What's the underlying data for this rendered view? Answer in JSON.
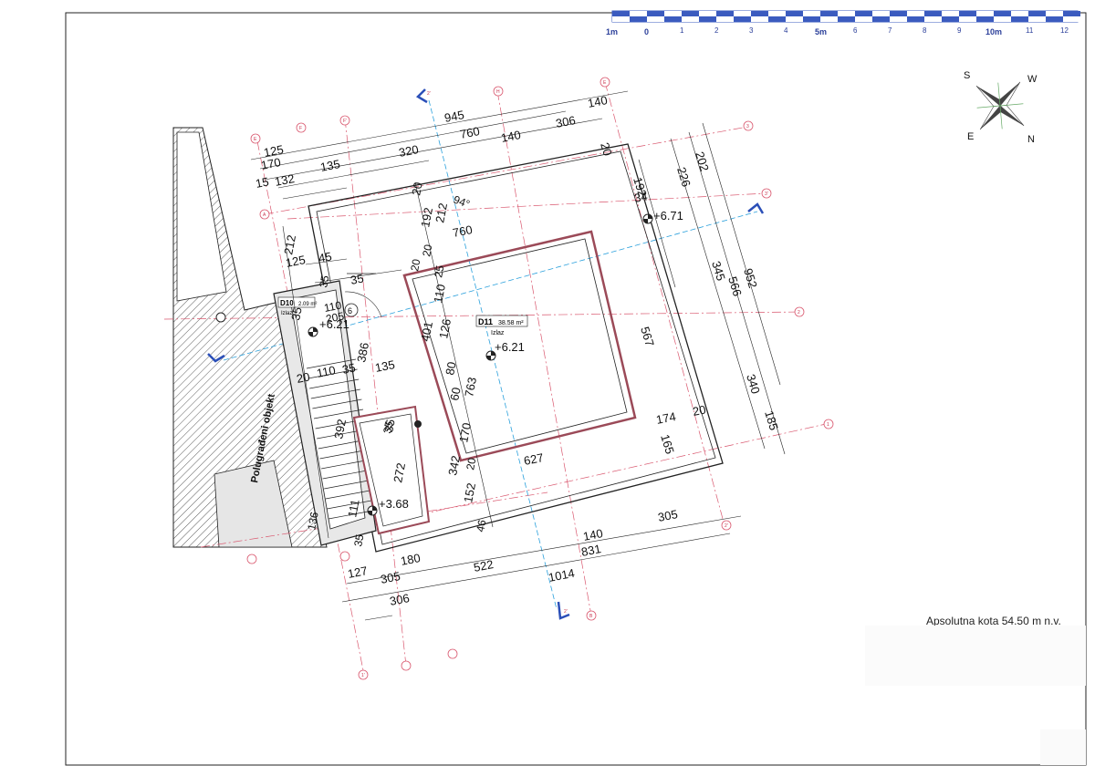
{
  "scale_bar": {
    "labels": [
      "1m",
      "0",
      "1",
      "2",
      "3",
      "4",
      "5m",
      "6",
      "7",
      "8",
      "9",
      "10m",
      "11",
      "12"
    ],
    "color": "#3b5bbf"
  },
  "compass": {
    "n": "N",
    "s": "S",
    "e": "E",
    "w": "W"
  },
  "sections": {
    "marker_2": "2'"
  },
  "neighbor_label": "Polugrađeni objekt",
  "rooms": [
    {
      "code": "D10",
      "area": "2.09 m²",
      "label": "Izlaz"
    },
    {
      "code": "D11",
      "area": "38.58 m²",
      "label": "Izlaz"
    }
  ],
  "levels": {
    "roof": "+6.71",
    "d11": "+6.21",
    "d10": "+6.21",
    "stair": "+3.68"
  },
  "stair_no": "6",
  "absolute_elevation": "Apsolutna kota 54.50 m n.v.",
  "grid_labels": [
    "E",
    "F",
    "F'",
    "H",
    "E",
    "A",
    "1",
    "2",
    "3",
    "3'",
    "2'",
    "1'",
    "B"
  ],
  "dimensions": {
    "top": [
      "945",
      "140",
      "760",
      "306",
      "125",
      "320",
      "140",
      "170",
      "135",
      "15",
      "132"
    ],
    "right": [
      "202",
      "226",
      "345",
      "566",
      "952",
      "340",
      "185",
      "192",
      "34",
      "174",
      "20"
    ],
    "bottom": [
      "305",
      "140",
      "831",
      "180",
      "127",
      "305",
      "522",
      "1014",
      "306",
      "627",
      "152"
    ],
    "left": [
      "212",
      "125",
      "45",
      "35",
      "35",
      "110",
      "205",
      "386",
      "135",
      "20",
      "110",
      "35",
      "392",
      "35",
      "272",
      "111",
      "136",
      "35"
    ],
    "inner": [
      "20",
      "192",
      "212",
      "760",
      "20",
      "25",
      "20",
      "110",
      "401",
      "126",
      "80",
      "60",
      "763",
      "170",
      "342",
      "20",
      "46",
      "567",
      "165",
      "20",
      "94°",
      "35",
      "35"
    ]
  }
}
